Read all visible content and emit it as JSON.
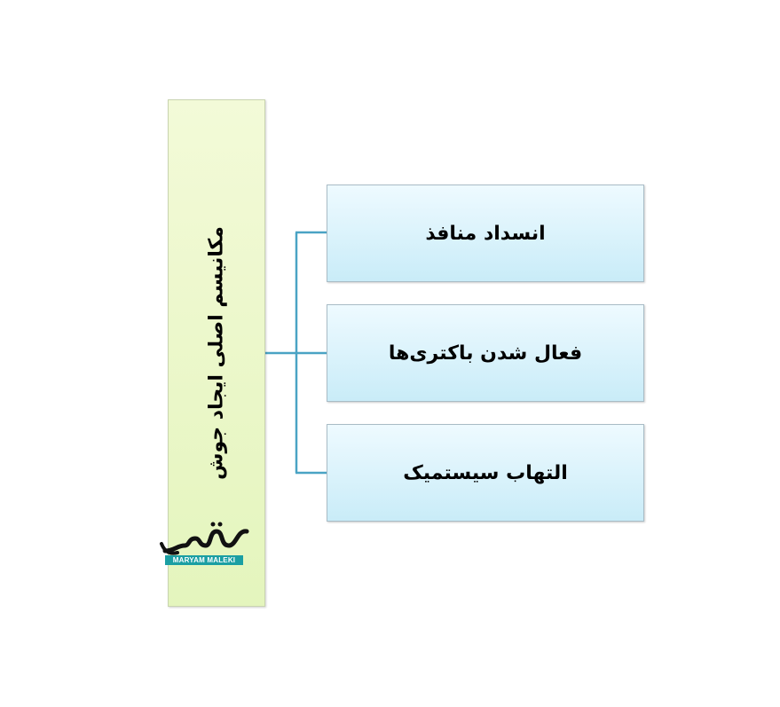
{
  "diagram": {
    "root": {
      "label": "مکانیسم اصلی ایجاد جوش"
    },
    "children": [
      {
        "label": "انسداد منافذ"
      },
      {
        "label": "فعال شدن باکتری‌ها"
      },
      {
        "label": "التهاب سیستمیک"
      }
    ],
    "colors": {
      "root_fill": "#e9f7c8",
      "child_fill": "#d6f1fb",
      "connector": "#4aa3c4",
      "logo": "#1b9fa3"
    }
  },
  "watermark": {
    "text": "MARYAM MALEKI",
    "icon": "maryam-maleki-logo"
  }
}
